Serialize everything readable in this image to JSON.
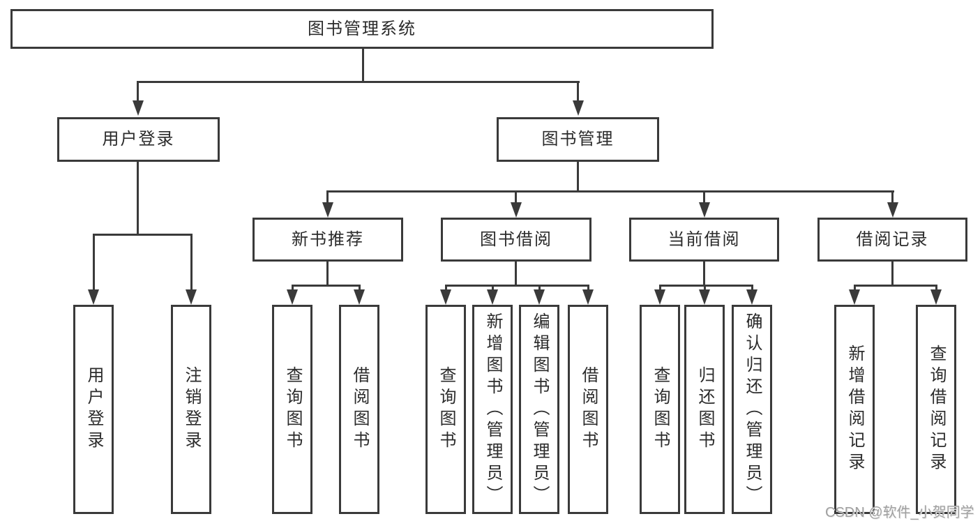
{
  "tree": {
    "root": "图书管理系统",
    "branches": [
      {
        "label": "用户登录",
        "children": [
          "用户登录",
          "注销登录"
        ]
      },
      {
        "label": "图书管理",
        "children": [
          {
            "label": "新书推荐",
            "children": [
              "查询图书",
              "借阅图书"
            ]
          },
          {
            "label": "图书借阅",
            "children": [
              "查询图书",
              "新增图书（管理员）",
              "编辑图书（管理员）",
              "借阅图书"
            ]
          },
          {
            "label": "当前借阅",
            "children": [
              "查询图书",
              "归还图书",
              "确认归还（管理员）"
            ]
          },
          {
            "label": "借阅记录",
            "children": [
              "新增借阅记录",
              "查询借阅记录"
            ]
          }
        ]
      }
    ]
  },
  "watermark": "CSDN @软件_小贺同学",
  "colors": {
    "line": "#3a3a3a",
    "text": "#2b2b2b",
    "watermark": "#a0a0a0",
    "background": "#ffffff"
  }
}
